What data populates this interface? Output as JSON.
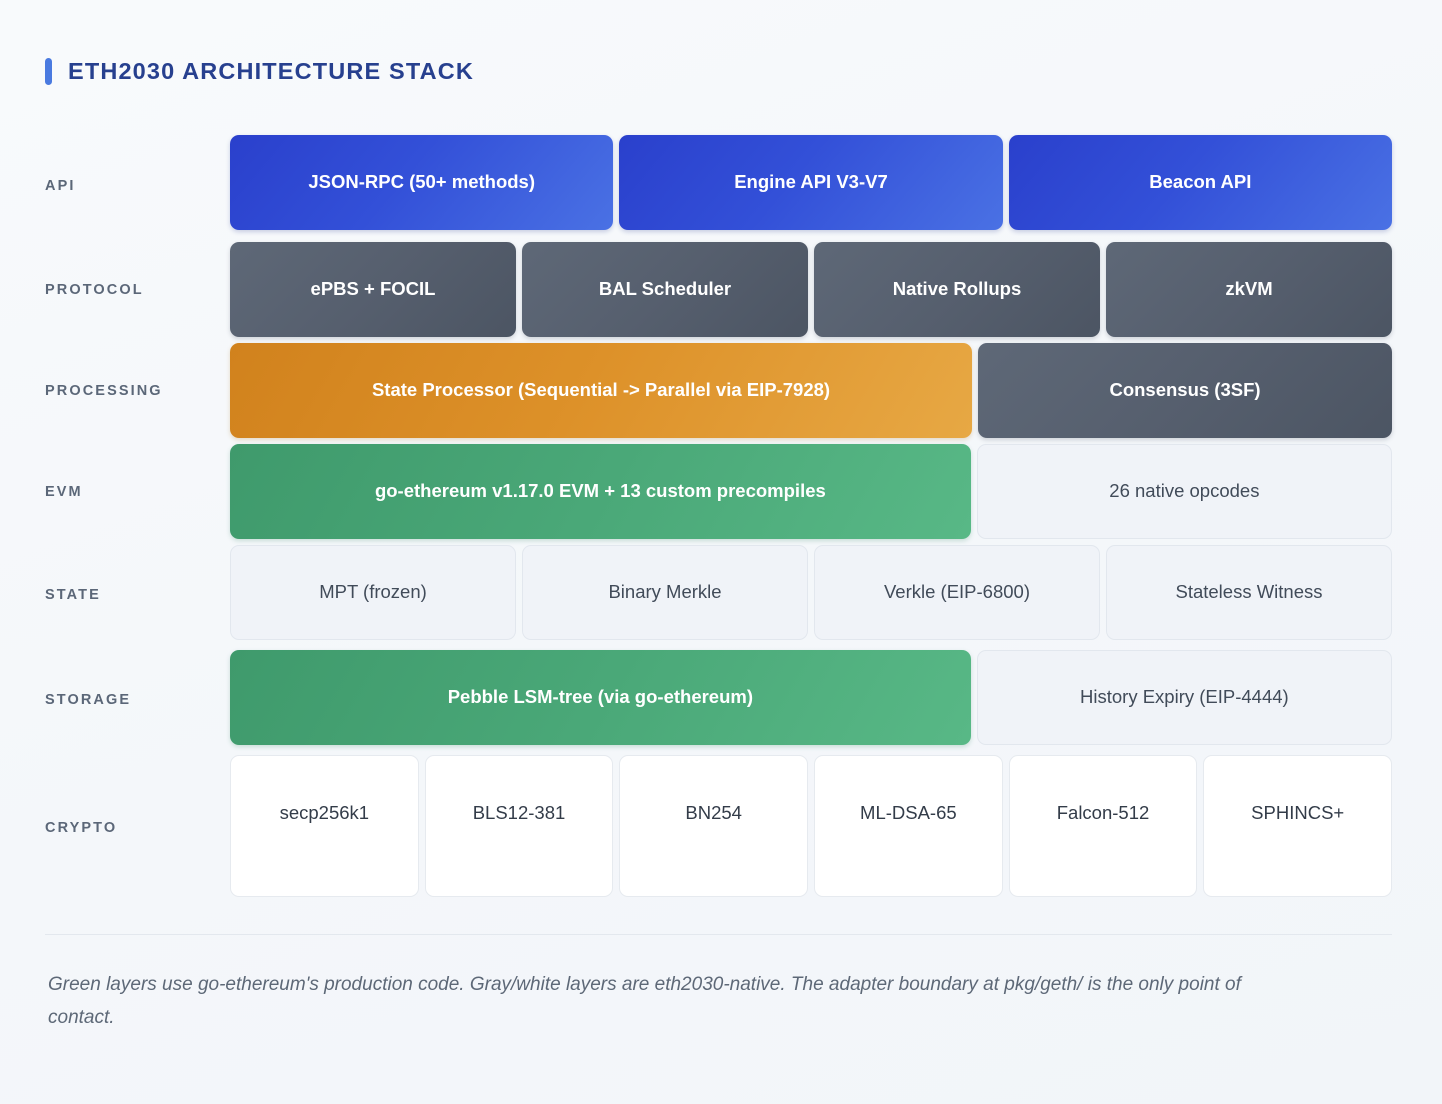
{
  "header": {
    "title": "ETH2030 ARCHITECTURE STACK",
    "accent_color": "#4a7ae0",
    "title_color": "#27408f"
  },
  "colors": {
    "background": "#f6f8fa",
    "blue": "#3350d8",
    "slate": "#565f6e",
    "orange": "#dd9129",
    "green": "#4aa878",
    "light": "#f0f3f8",
    "white": "#ffffff",
    "label": "#5b6778"
  },
  "stack": {
    "rows": [
      {
        "label": "API",
        "blocks": [
          {
            "text": "JSON-RPC (50+ methods)",
            "style": "blue",
            "flex": 1
          },
          {
            "text": "Engine API V3-V7",
            "style": "blue",
            "flex": 1
          },
          {
            "text": "Beacon API",
            "style": "blue",
            "flex": 1
          }
        ]
      },
      {
        "label": "PROTOCOL",
        "blocks": [
          {
            "text": "ePBS + FOCIL",
            "style": "slate",
            "flex": 1
          },
          {
            "text": "BAL Scheduler",
            "style": "slate",
            "flex": 1
          },
          {
            "text": "Native Rollups",
            "style": "slate",
            "flex": 1
          },
          {
            "text": "zkVM",
            "style": "slate",
            "flex": 1
          }
        ]
      },
      {
        "label": "PROCESSING",
        "blocks": [
          {
            "text": "State Processor (Sequential -> Parallel via EIP-7928)",
            "style": "orange",
            "flex": 1.85
          },
          {
            "text": "Consensus (3SF)",
            "style": "slate",
            "flex": 1
          }
        ]
      },
      {
        "label": "EVM",
        "blocks": [
          {
            "text": "go-ethereum v1.17.0 EVM + 13 custom precompiles",
            "style": "green",
            "flex": 1.85
          },
          {
            "text": "26 native opcodes",
            "style": "light",
            "flex": 1
          }
        ]
      },
      {
        "label": "STATE",
        "blocks": [
          {
            "text": "MPT (frozen)",
            "style": "light",
            "flex": 1
          },
          {
            "text": "Binary Merkle",
            "style": "light",
            "flex": 1
          },
          {
            "text": "Verkle (EIP-6800)",
            "style": "light",
            "flex": 1
          },
          {
            "text": "Stateless Witness",
            "style": "light",
            "flex": 1
          }
        ]
      },
      {
        "label": "STORAGE",
        "blocks": [
          {
            "text": "Pebble LSM-tree (via go-ethereum)",
            "style": "green",
            "flex": 1.85
          },
          {
            "text": "History Expiry (EIP-4444)",
            "style": "light",
            "flex": 1
          }
        ]
      },
      {
        "label": "CRYPTO",
        "blocks": [
          {
            "text": "secp256k1",
            "style": "white",
            "flex": 1
          },
          {
            "text": "BLS12-381",
            "style": "white",
            "flex": 1
          },
          {
            "text": "BN254",
            "style": "white",
            "flex": 1
          },
          {
            "text": "ML-DSA-65",
            "style": "white",
            "flex": 1
          },
          {
            "text": "Falcon-512",
            "style": "white",
            "flex": 1
          },
          {
            "text": "SPHINCS+",
            "style": "white",
            "flex": 1
          }
        ]
      }
    ]
  },
  "footer": {
    "note": "Green layers use go-ethereum's production code. Gray/white layers are eth2030-native. The adapter boundary at pkg/geth/ is the only point of contact."
  }
}
